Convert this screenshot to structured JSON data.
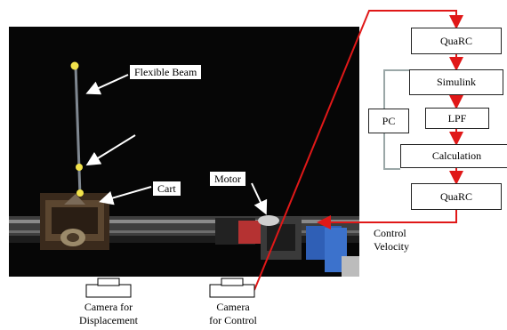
{
  "photo_labels": {
    "flexible_beam": "Flexible Beam",
    "cart": "Cart",
    "motor": "Motor"
  },
  "flow": {
    "quarc_top": "QuaRC",
    "simulink": "Simulink",
    "pc": "PC",
    "lpf": "LPF",
    "calculation": "Calculation",
    "quarc_bottom": "QuaRC"
  },
  "control_velocity": {
    "line1": "Control",
    "line2": "Velocity"
  },
  "cameras": {
    "displacement": {
      "line1": "Camera for",
      "line2": "Displacement"
    },
    "control": {
      "line1": "Camera",
      "line2": "for Control"
    }
  },
  "colors": {
    "signal_line": "#e01818",
    "group_outline": "#9aa7a7",
    "background": "#060606"
  }
}
